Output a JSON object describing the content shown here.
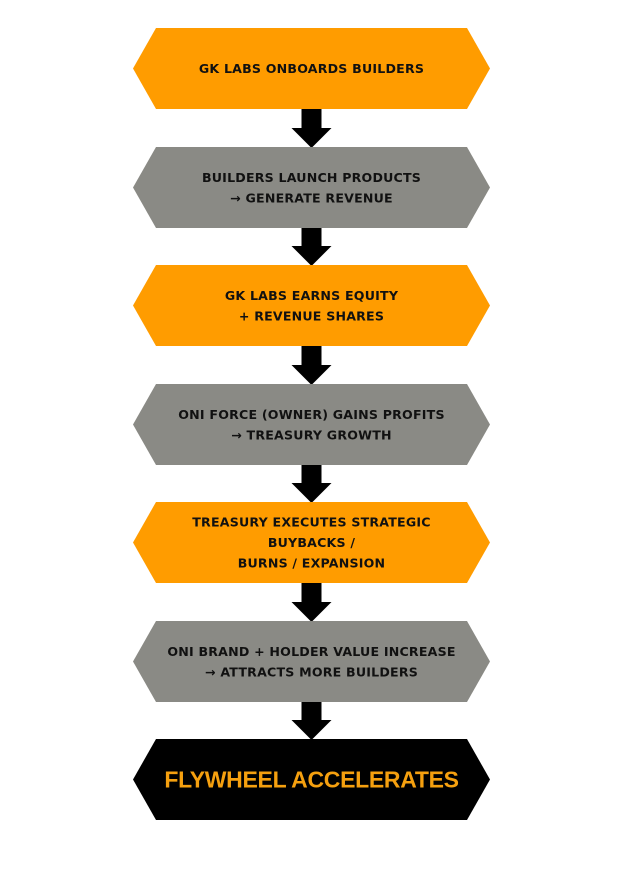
{
  "diagram": {
    "title": "Flywheel process",
    "colors": {
      "orange": "#FF9C00",
      "grey": "#8A8A85",
      "black": "#000000",
      "text_dark": "#111111",
      "final_text": "#F5A00F",
      "arrow": "#000000"
    },
    "steps": [
      {
        "id": "onboard",
        "style": "orange",
        "lines": [
          "GK LABS ONBOARDS BUILDERS"
        ]
      },
      {
        "id": "launch",
        "style": "grey",
        "lines": [
          "BUILDERS LAUNCH PRODUCTS",
          "→ GENERATE REVENUE"
        ]
      },
      {
        "id": "equity",
        "style": "orange",
        "lines": [
          "GK LABS EARNS EQUITY",
          "+ REVENUE SHARES"
        ]
      },
      {
        "id": "profits",
        "style": "grey",
        "lines": [
          "ONI FORCE (OWNER) GAINS PROFITS",
          "→ TREASURY GROWTH"
        ]
      },
      {
        "id": "treasury",
        "style": "orange",
        "lines": [
          "TREASURY EXECUTES STRATEGIC",
          "BUYBACKS /",
          "BURNS / EXPANSION"
        ]
      },
      {
        "id": "value",
        "style": "grey",
        "lines": [
          "ONI BRAND + HOLDER VALUE INCREASE",
          "→ ATTRACTS MORE BUILDERS"
        ]
      },
      {
        "id": "flywheel",
        "style": "black",
        "lines": [
          "FLYWHEEL ACCELERATES"
        ]
      }
    ],
    "connector_icon": "arrow-down-icon"
  }
}
